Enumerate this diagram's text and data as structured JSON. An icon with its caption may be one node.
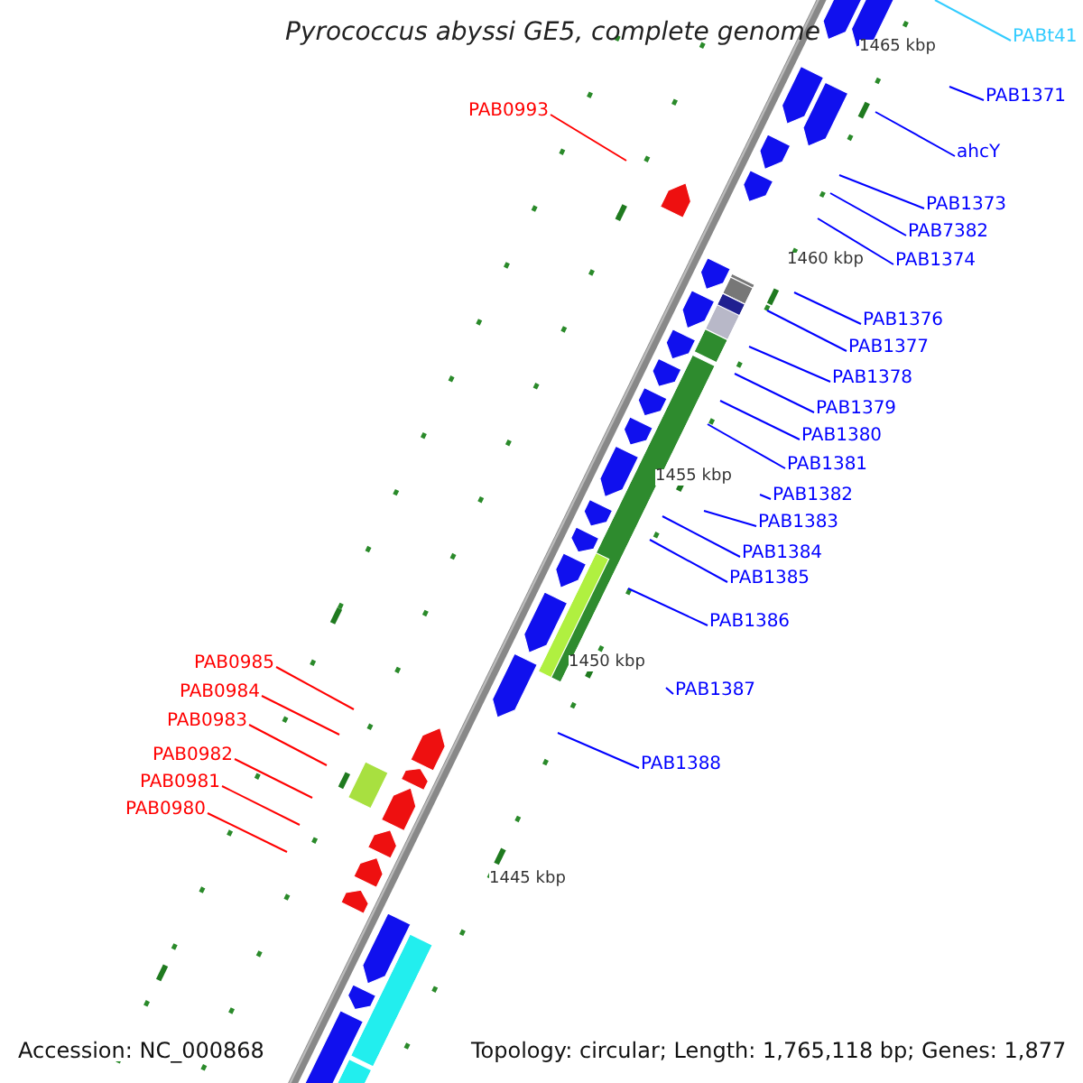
{
  "diagram": {
    "title": "Pyrococcus abyssi GE5, complete genome",
    "nodes": [
      {
        "text": [
          "PABt41"
        ]
      },
      {
        "text": [
          "PAB1371"
        ]
      },
      {
        "text": [
          "ahcY"
        ]
      },
      {
        "text": [
          "PAB1373"
        ]
      },
      {
        "text": [
          "PAB7382"
        ]
      },
      {
        "text": [
          "PAB1374"
        ]
      },
      {
        "text": [
          "PAB1376"
        ]
      },
      {
        "text": [
          "PAB1377"
        ]
      },
      {
        "text": [
          "PAB1378"
        ]
      },
      {
        "text": [
          "PAB1379"
        ]
      },
      {
        "text": [
          "PAB1380"
        ]
      },
      {
        "text": [
          "PAB1381"
        ]
      },
      {
        "text": [
          "PAB1382"
        ]
      },
      {
        "text": [
          "PAB1383"
        ]
      },
      {
        "text": [
          "PAB1384"
        ]
      },
      {
        "text": [
          "PAB1385"
        ]
      },
      {
        "text": [
          "PAB1386"
        ]
      },
      {
        "text": [
          "PAB1387"
        ]
      },
      {
        "text": [
          "PAB1388"
        ]
      },
      {
        "text": [
          "PAB0993"
        ]
      },
      {
        "text": [
          "PAB0985"
        ]
      },
      {
        "text": [
          "PAB0984"
        ]
      },
      {
        "text": [
          "PAB0983"
        ]
      },
      {
        "text": [
          "PAB0982"
        ]
      },
      {
        "text": [
          "PAB0981"
        ]
      },
      {
        "text": [
          "PAB0980"
        ]
      }
    ],
    "edges": [
      {
        "from": 0,
        "to": null,
        "arrow": "none",
        "color": "#33ccff"
      },
      {
        "from": 1,
        "to": null,
        "arrow": "none"
      },
      {
        "from": 2,
        "to": null,
        "arrow": "none"
      },
      {
        "from": 3,
        "to": null,
        "arrow": "none"
      },
      {
        "from": 4,
        "to": null,
        "arrow": "none"
      },
      {
        "from": 5,
        "to": null,
        "arrow": "none"
      },
      {
        "from": 6,
        "to": null,
        "arrow": "none"
      },
      {
        "from": 7,
        "to": null,
        "arrow": "none"
      },
      {
        "from": 8,
        "to": null,
        "arrow": "none"
      },
      {
        "from": 9,
        "to": null,
        "arrow": "none"
      },
      {
        "from": 10,
        "to": null,
        "arrow": "none"
      },
      {
        "from": 11,
        "to": null,
        "arrow": "none"
      },
      {
        "from": 12,
        "to": null,
        "arrow": "none"
      },
      {
        "from": 13,
        "to": null,
        "arrow": "none"
      },
      {
        "from": 14,
        "to": null,
        "arrow": "none"
      },
      {
        "from": 15,
        "to": null,
        "arrow": "none"
      },
      {
        "from": 16,
        "to": null,
        "arrow": "none"
      },
      {
        "from": 17,
        "to": null,
        "arrow": "none"
      },
      {
        "from": 18,
        "to": null,
        "arrow": "none"
      },
      {
        "from": 19,
        "to": null,
        "arrow": "none",
        "color": "#ff0000"
      },
      {
        "from": 20,
        "to": null,
        "arrow": "none",
        "color": "#ff0000"
      },
      {
        "from": 21,
        "to": null,
        "arrow": "none",
        "color": "#ff0000"
      },
      {
        "from": 22,
        "to": null,
        "arrow": "none",
        "color": "#ff0000"
      },
      {
        "from": 23,
        "to": null,
        "arrow": "none",
        "color": "#ff0000"
      },
      {
        "from": 24,
        "to": null,
        "arrow": "none",
        "color": "#ff0000"
      },
      {
        "from": 25,
        "to": null,
        "arrow": "none",
        "color": "#ff0000"
      }
    ],
    "labels": [
      "1465 kbp",
      "1460 kbp",
      "1455 kbp",
      "1450 kbp",
      "1445 kbp",
      "Accession: NC_000868",
      "Topology: circular; Length: 1,765,118 bp; Genes: 1,877"
    ]
  }
}
